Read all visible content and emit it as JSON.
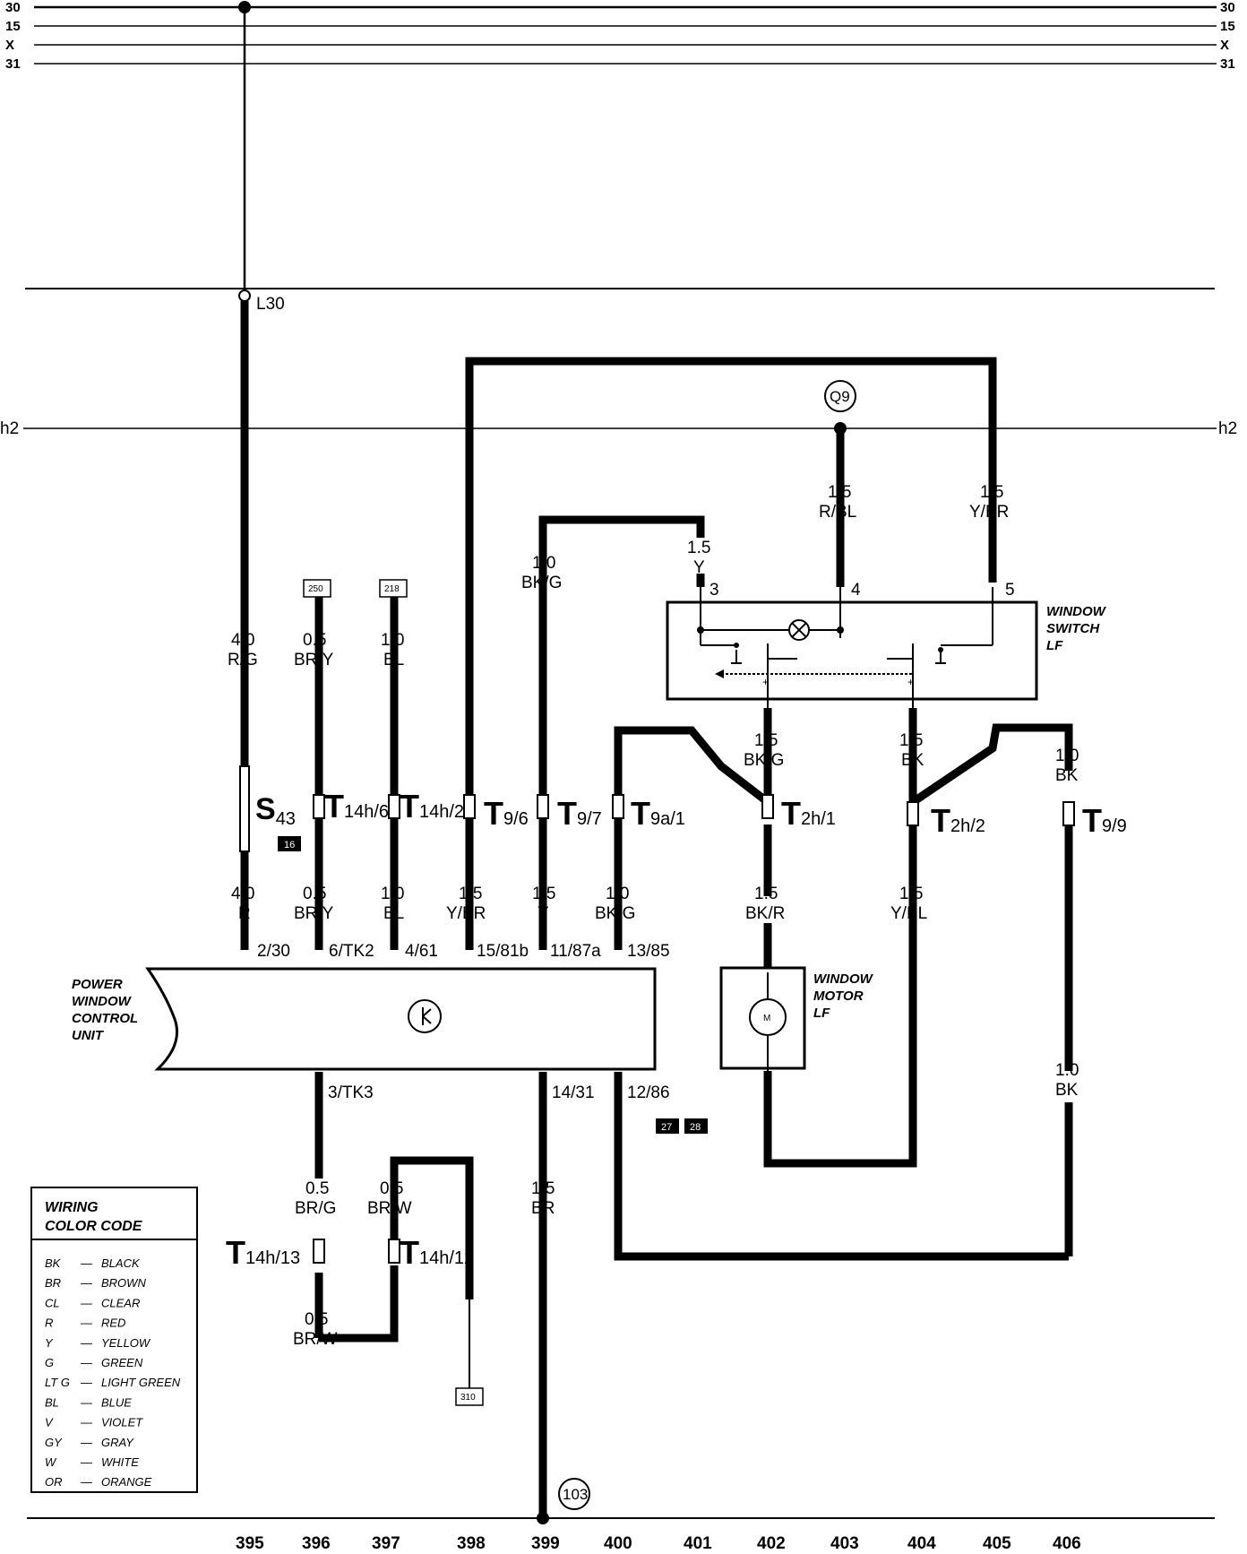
{
  "bus_lines": {
    "left": [
      "30",
      "15",
      "X",
      "31"
    ],
    "right": [
      "30",
      "15",
      "X",
      "31"
    ],
    "h2": "h2",
    "l30": "L30"
  },
  "components": {
    "power_window_control_unit": [
      "POWER",
      "WINDOW",
      "CONTROL",
      "UNIT"
    ],
    "window_switch": [
      "WINDOW",
      "SWITCH",
      "LF"
    ],
    "window_motor": [
      "WINDOW",
      "MOTOR",
      "LF"
    ],
    "motor_symbol": "M"
  },
  "wires": {
    "w395_top": [
      "4.0",
      "R/G"
    ],
    "w395_bot": [
      "4.0",
      "R"
    ],
    "w396_top": [
      "0.5",
      "BR/Y"
    ],
    "w396_bot": [
      "0.5",
      "BR/Y"
    ],
    "w397_top": [
      "1.0",
      "BL"
    ],
    "w397_bot": [
      "1.0",
      "BL"
    ],
    "w398_bot": [
      "1.5",
      "Y/BR"
    ],
    "w399_top": [
      "1.0",
      "BK/G"
    ],
    "w399_bot": [
      "1.5",
      "Y"
    ],
    "w400_bot": [
      "1.0",
      "BK/G"
    ],
    "w401_top": [
      "1.5",
      "Y"
    ],
    "w403_top": [
      "1.5",
      "R/BL"
    ],
    "w405_top": [
      "1.5",
      "Y/BR"
    ],
    "w402_mid": [
      "1.5",
      "BK/G"
    ],
    "w402_bot": [
      "1.5",
      "BK/R"
    ],
    "w404_mid": [
      "1.5",
      "BK"
    ],
    "w404_bot": [
      "1.5",
      "Y/BL"
    ],
    "w406_mid": [
      "1.0",
      "BK"
    ],
    "w406_bot": [
      "1.0",
      "BK"
    ],
    "w396_low": [
      "0.5",
      "BR/G"
    ],
    "w397_low": [
      "0.5",
      "BR/W"
    ],
    "w396_low2": [
      "0.5",
      "BR/W"
    ],
    "w399_low": [
      "1.5",
      "BR"
    ]
  },
  "connectors": {
    "s43": [
      "S",
      "43"
    ],
    "t14h6": [
      "T",
      "14h/6"
    ],
    "t14h2": [
      "T",
      "14h/2"
    ],
    "t96": [
      "T",
      "9/6"
    ],
    "t97": [
      "T",
      "9/7"
    ],
    "t9a1": [
      "T",
      "9a/1"
    ],
    "t2h1": [
      "T",
      "2h/1"
    ],
    "t2h2": [
      "T",
      "2h/2"
    ],
    "t99": [
      "T",
      "9/9"
    ],
    "t14h13": [
      "T",
      "14h/13"
    ],
    "t14h12": [
      "T",
      "14h/12"
    ]
  },
  "pins": {
    "p230": "2/30",
    "p6tk2": "6/TK2",
    "p461": "4/61",
    "p1581b": "15/81b",
    "p1187a": "11/87a",
    "p1385": "13/85",
    "p3tk3": "3/TK3",
    "p1431": "14/31",
    "p1286": "12/86",
    "sw3": "3",
    "sw4": "4",
    "sw5": "5"
  },
  "refs": {
    "r250": "250",
    "r218": "218",
    "r16": "16",
    "r27": "27",
    "r28": "28",
    "r310": "310",
    "q9": "Q9",
    "g103": "103"
  },
  "legend": {
    "title": [
      "WIRING",
      "COLOR CODE"
    ],
    "items": [
      {
        "code": "BK",
        "name": "BLACK"
      },
      {
        "code": "BR",
        "name": "BROWN"
      },
      {
        "code": "CL",
        "name": "CLEAR"
      },
      {
        "code": "R",
        "name": "RED"
      },
      {
        "code": "Y",
        "name": "YELLOW"
      },
      {
        "code": "G",
        "name": "GREEN"
      },
      {
        "code": "LT G",
        "name": "LIGHT GREEN"
      },
      {
        "code": "BL",
        "name": "BLUE"
      },
      {
        "code": "V",
        "name": "VIOLET"
      },
      {
        "code": "GY",
        "name": "GRAY"
      },
      {
        "code": "W",
        "name": "WHITE"
      },
      {
        "code": "OR",
        "name": "ORANGE"
      }
    ]
  },
  "grid_numbers": [
    "395",
    "396",
    "397",
    "398",
    "399",
    "400",
    "401",
    "402",
    "403",
    "404",
    "405",
    "406"
  ]
}
